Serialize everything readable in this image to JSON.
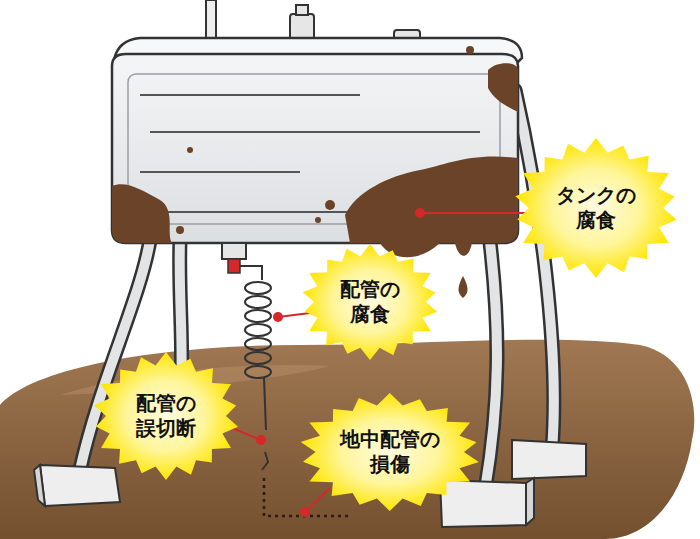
{
  "diagram": {
    "nodes": [
      {
        "text": [
          "タンクの 腐食"
        ]
      },
      {
        "text": [
          "配管の 腐食"
        ]
      },
      {
        "text": [
          "配管の 誤切断"
        ]
      },
      {
        "text": [
          "地中配管の 損傷"
        ]
      }
    ]
  }
}
